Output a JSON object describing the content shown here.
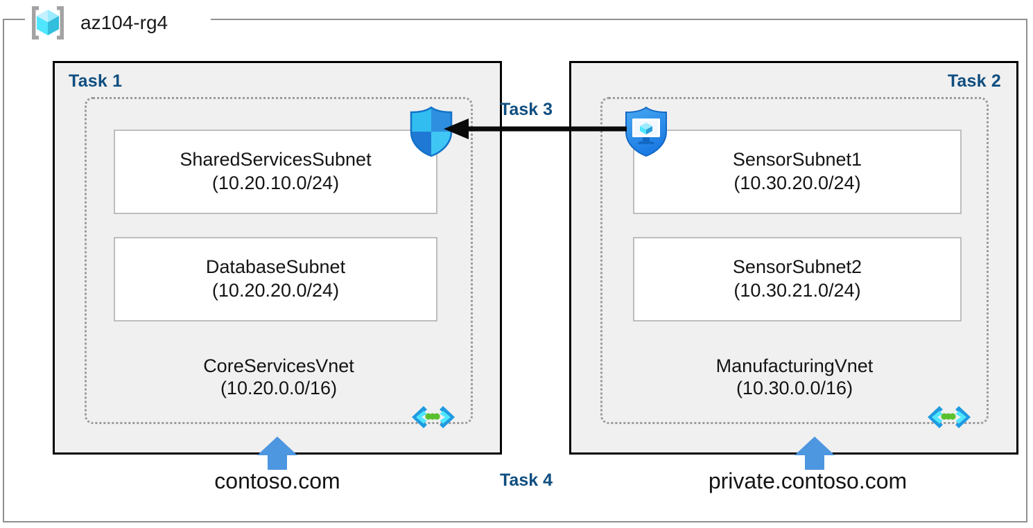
{
  "resource_group": {
    "name": "az104-rg4",
    "icon": "resource-group-cube-icon"
  },
  "tasks": {
    "task1_label": "Task 1",
    "task2_label": "Task 2",
    "task3_label": "Task 3",
    "task4_label": "Task 4"
  },
  "vnets": [
    {
      "id": "core-services",
      "name": "CoreServicesVnet",
      "cidr": "(10.20.0.0/16)",
      "task_label": "Task 1",
      "icon": "vnet-icon",
      "dns_domain": "contoso.com",
      "subnets": [
        {
          "name": "SharedServicesSubnet",
          "cidr": "(10.20.10.0/24)"
        },
        {
          "name": "DatabaseSubnet",
          "cidr": "(10.20.20.0/24)"
        }
      ]
    },
    {
      "id": "manufacturing",
      "name": "ManufacturingVnet",
      "cidr": "(10.30.0.0/16)",
      "task_label": "Task 2",
      "icon": "vnet-icon",
      "dns_domain": "private.contoso.com",
      "subnets": [
        {
          "name": "SensorSubnet1",
          "cidr": "(10.30.20.0/24)"
        },
        {
          "name": "SensorSubnet2",
          "cidr": "(10.30.21.0/24)"
        }
      ]
    }
  ],
  "icons": {
    "nsg_shield": "network-security-group-shield-icon",
    "bastion_shield": "bastion-shield-vm-icon",
    "peering_arrow": "peering-arrow-icon",
    "dns_arrow": "dns-link-up-arrow-icon"
  },
  "colors": {
    "task_label_blue": "#0f4e80",
    "panel_fill": "#f0f0f0",
    "panel_border": "#000000",
    "vnet_dash_border": "#9a9a9a",
    "subnet_border": "#bdbdbd",
    "arrow_blue": "#4d96e0",
    "peering_arrow": "#000000",
    "cube_cyan": "#50e6ff",
    "shield_blue": "#0078d4",
    "frame_gray": "#8f8f8f"
  }
}
